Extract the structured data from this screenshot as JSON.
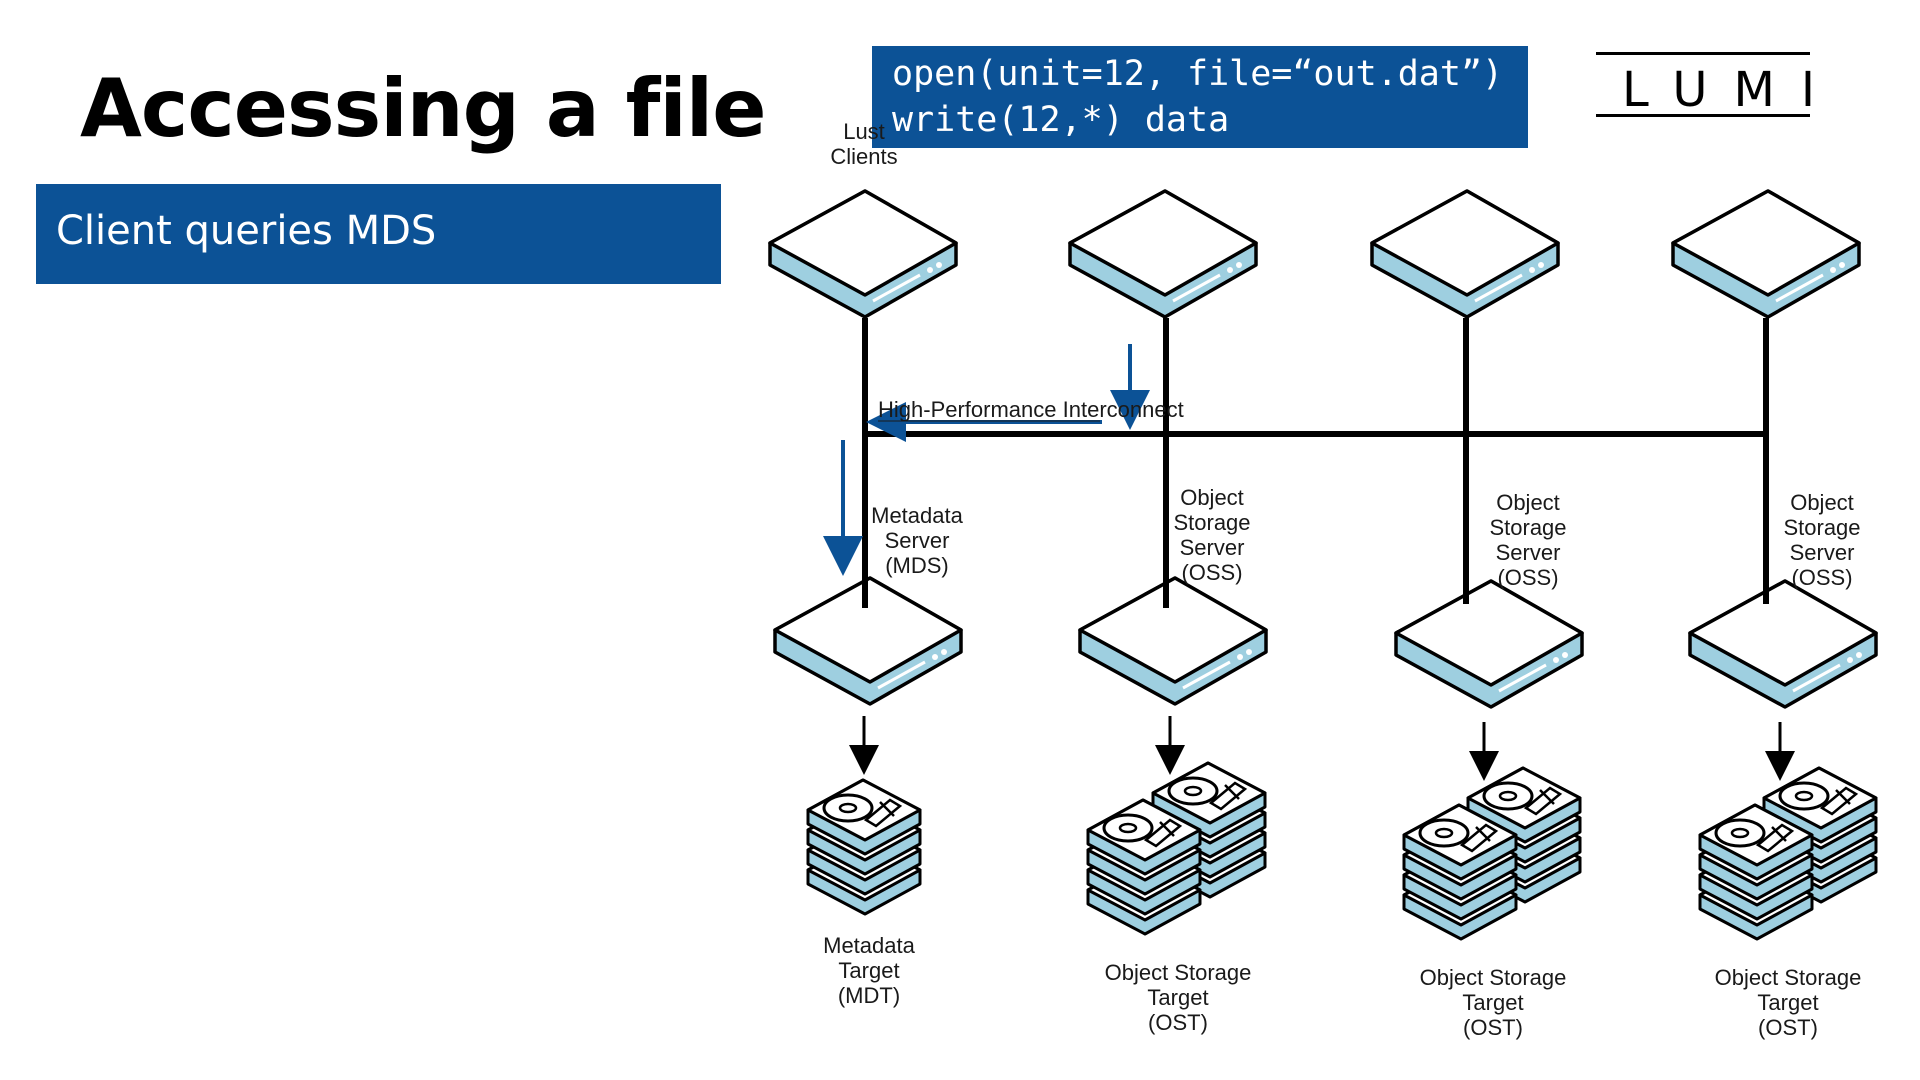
{
  "slide": {
    "title": "Accessing a file",
    "subtitle": "Client queries MDS",
    "code": [
      "open(unit=12, file=“out.dat”)",
      "write(12,*) data"
    ],
    "logo": "LUMI"
  },
  "diagram": {
    "clients_label": [
      "Lust",
      "Clients"
    ],
    "interconnect_label": "High-Performance Interconnect",
    "servers": [
      {
        "label": [
          "Metadata",
          "Server",
          "(MDS)"
        ]
      },
      {
        "label": [
          "Object",
          "Storage",
          "Server",
          "(OSS)"
        ]
      },
      {
        "label": [
          "Object",
          "Storage",
          "Server",
          "(OSS)"
        ]
      },
      {
        "label": [
          "Object",
          "Storage",
          "Server",
          "(OSS)"
        ]
      }
    ],
    "targets": [
      {
        "label": [
          "Metadata",
          "Target",
          "(MDT)"
        ]
      },
      {
        "label": [
          "Object Storage",
          "Target",
          "(OST)"
        ]
      },
      {
        "label": [
          "Object Storage",
          "Target",
          "(OST)"
        ]
      },
      {
        "label": [
          "Object Storage",
          "Target",
          "(OST)"
        ]
      }
    ]
  },
  "colors": {
    "accent_blue": "#0c5296",
    "device_side": "#9ecfe0",
    "line": "#000000"
  },
  "icons": [
    "server-icon",
    "disk-stack-icon",
    "arrow-icon"
  ]
}
